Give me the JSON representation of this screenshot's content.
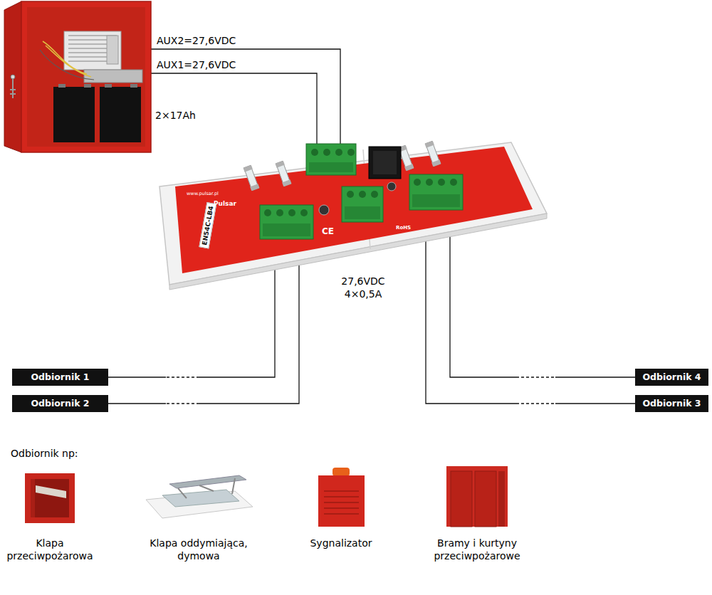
{
  "diagram": {
    "nodes": [
      {
        "text": [
          "2×17Ah"
        ]
      },
      {
        "text": [
          "EN54C-LB4"
        ]
      },
      {
        "text": [
          "Odbiornik 1"
        ]
      },
      {
        "text": [
          "Odbiornik 4"
        ]
      },
      {
        "text": [
          "Odbiornik 2"
        ]
      },
      {
        "text": [
          "Odbiornik 3"
        ]
      }
    ],
    "edges": [
      {
        "from": 0,
        "to": 1,
        "label": "AUX2=27,6VDC",
        "arrow": "none"
      },
      {
        "from": 0,
        "to": 1,
        "label": "AUX1=27,6VDC",
        "arrow": "none"
      },
      {
        "from": 1,
        "to": 2,
        "arrow": "none"
      },
      {
        "from": 1,
        "to": 3,
        "arrow": "none"
      },
      {
        "from": 1,
        "to": 4,
        "arrow": "none"
      },
      {
        "from": 1,
        "to": 5,
        "arrow": "none"
      }
    ],
    "labels": [
      "www.pulsar.pl",
      "Pulsar",
      "CE",
      "RoHS",
      "27,6VDC",
      "4×0,5A",
      "Odbiornik np:",
      "Klapa przeciwpożarowa",
      "Klapa oddymiająca, dymowa",
      "Sygnalizator",
      "Bramy i kurtyny przeciwpożarowe"
    ]
  }
}
